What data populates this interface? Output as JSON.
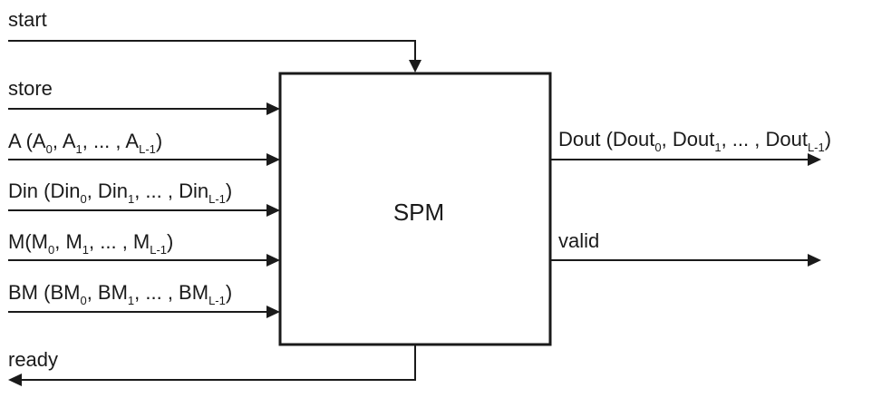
{
  "block": {
    "label": "SPM"
  },
  "signals": {
    "start": {
      "label": "start"
    },
    "store": {
      "label": "store"
    },
    "a": {
      "prefix": "A (A",
      "s0": "0",
      "mid1": ", A",
      "s1": "1",
      "mid2": ", ... , A",
      "sL": "L-1",
      "suffix": ")"
    },
    "din": {
      "prefix": "Din (Din",
      "s0": "0",
      "mid1": ", Din",
      "s1": "1",
      "mid2": ", ... , Din",
      "sL": "L-1",
      "suffix": ")"
    },
    "m": {
      "prefix": "M(M",
      "s0": "0",
      "mid1": ", M",
      "s1": "1",
      "mid2": ", ... , M",
      "sL": "L-1",
      "suffix": ")"
    },
    "bm": {
      "prefix": "BM (BM",
      "s0": "0",
      "mid1": ", BM",
      "s1": "1",
      "mid2": ", ... , BM",
      "sL": "L-1",
      "suffix": ")"
    },
    "ready": {
      "label": "ready"
    },
    "dout": {
      "prefix": "Dout (Dout",
      "s0": "0",
      "mid1": ", Dout",
      "s1": "1",
      "mid2": ", ... , Dout",
      "sL": "L-1",
      "suffix": ")"
    },
    "valid": {
      "label": "valid"
    }
  }
}
